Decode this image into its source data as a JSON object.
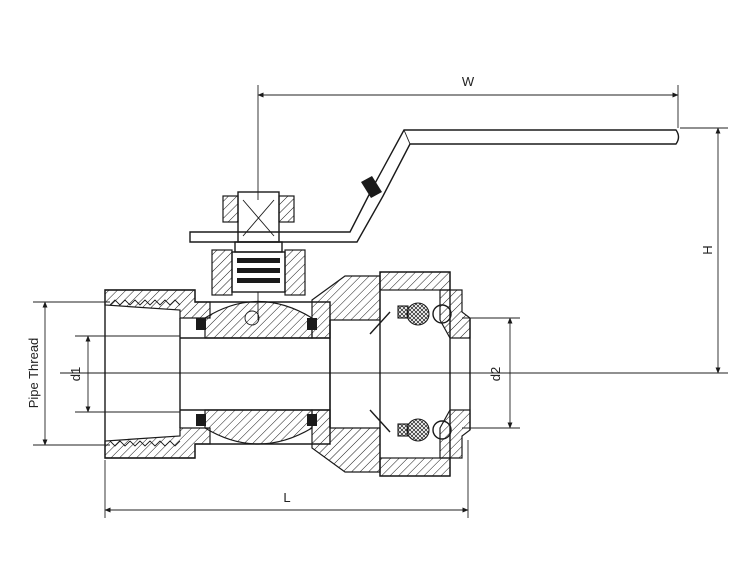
{
  "labels": {
    "width": "W",
    "height": "H",
    "length": "L",
    "pipe_thread": "Pipe Thread",
    "inner_diameter": "d1",
    "outlet_diameter": "d2"
  }
}
